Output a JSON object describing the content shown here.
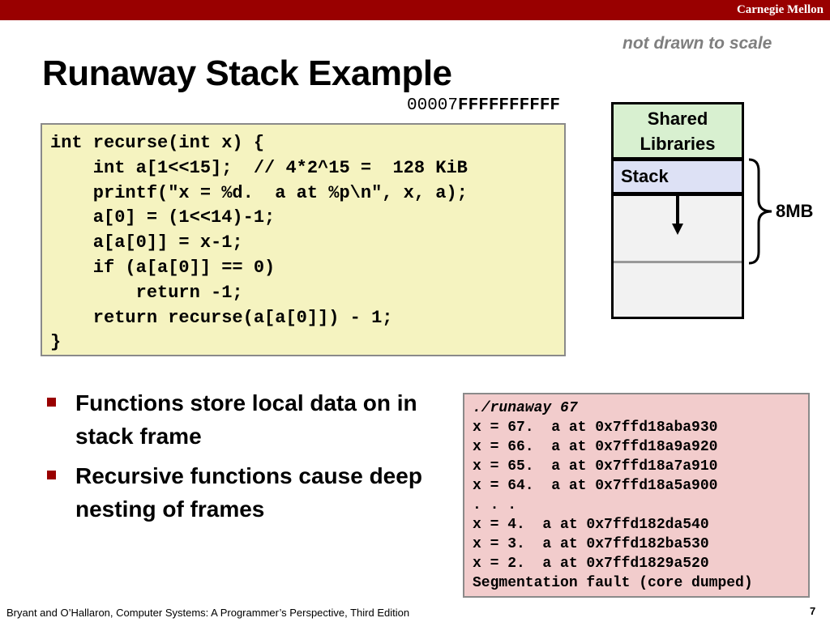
{
  "header": {
    "organization": "Carnegie Mellon"
  },
  "slide": {
    "scale_note": "not drawn to scale",
    "title": "Runaway Stack Example",
    "address_prefix": "00007",
    "address_suffix": "FFFFFFFFFF",
    "code": "int recurse(int x) {\n    int a[1<<15];  // 4*2^15 =  128 KiB\n    printf(\"x = %d.  a at %p\\n\", x, a);\n    a[0] = (1<<14)-1;\n    a[a[0]] = x-1;\n    if (a[a[0]] == 0)\n        return -1;\n    return recurse(a[a[0]]) - 1;\n}",
    "memory": {
      "shared_libraries_line1": "Shared",
      "shared_libraries_line2": "Libraries",
      "stack_label": "Stack",
      "stack_size_label": "8MB",
      "arrow_icon": "arrow-down-icon",
      "brace_icon": "right-brace-icon"
    },
    "bullets": [
      "Functions store local data on in stack frame",
      "Recursive functions cause deep nesting of frames"
    ],
    "terminal": {
      "command": "./runaway 67",
      "output": "x = 67.  a at 0x7ffd18aba930\nx = 66.  a at 0x7ffd18a9a920\nx = 65.  a at 0x7ffd18a7a910\nx = 64.  a at 0x7ffd18a5a900\n. . .\nx = 4.  a at 0x7ffd182da540\nx = 3.  a at 0x7ffd182ba530\nx = 2.  a at 0x7ffd1829a520\nSegmentation fault (core dumped)"
    }
  },
  "footer": {
    "citation": "Bryant and O’Hallaron, Computer Systems: A Programmer’s Perspective, Third Edition",
    "page_number": "7"
  },
  "colors": {
    "brand": "#990000",
    "code_background": "#f5f3c0",
    "terminal_background": "#f2cccc",
    "shared_libraries_fill": "#d8f0d0",
    "stack_fill": "#dde1f5"
  }
}
